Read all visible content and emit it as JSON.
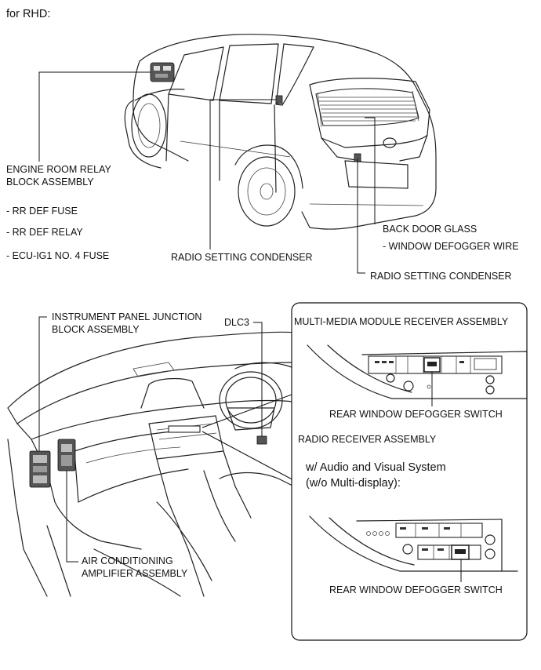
{
  "title": "for RHD:",
  "top_labels": {
    "engine_room_relay": [
      "ENGINE ROOM RELAY",
      "BLOCK ASSEMBLY"
    ],
    "rr_def_fuse": "- RR DEF FUSE",
    "rr_def_relay": "- RR DEF RELAY",
    "ecu_ig1_fuse": "- ECU-IG1 NO. 4 FUSE",
    "radio_setting_condenser_front": "RADIO SETTING CONDENSER",
    "back_door_glass": "BACK DOOR GLASS",
    "window_defogger_wire": "-  WINDOW DEFOGGER WIRE",
    "radio_setting_condenser_rear": "RADIO SETTING CONDENSER"
  },
  "bottom_labels": {
    "instrument_panel_jb": [
      "INSTRUMENT PANEL JUNCTION",
      "BLOCK ASSEMBLY"
    ],
    "dlc3": "DLC3",
    "multimedia_receiver": "MULTI-MEDIA MODULE RECEIVER ASSEMBLY",
    "rear_window_defogger_switch_1": "REAR WINDOW DEFOGGER SWITCH",
    "radio_receiver": "RADIO RECEIVER ASSEMBLY",
    "av_system": [
      "w/ Audio and Visual System",
      "(w/o Multi-display):"
    ],
    "rear_window_defogger_switch_2": "REAR WINDOW DEFOGGER SWITCH",
    "air_conditioning_amp": [
      "AIR CONDITIONING",
      "AMPLIFIER ASSEMBLY"
    ]
  }
}
